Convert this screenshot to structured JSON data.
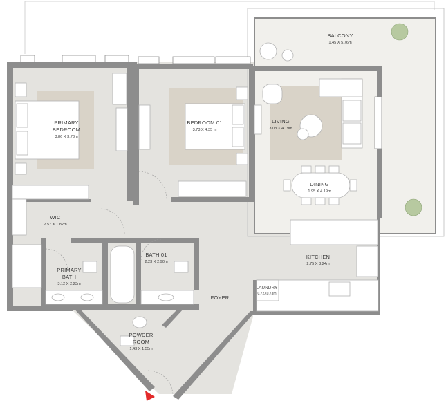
{
  "rooms": {
    "balcony": {
      "name": "BALCONY",
      "dims": "1.45 X 5.76m"
    },
    "primary_bedroom": {
      "name_line1": "PRIMARY",
      "name_line2": "BEDROOM",
      "dims": "3.86 X 3.73m"
    },
    "bedroom_01": {
      "name": "BEDROOM 01",
      "dims": "3.73 X 4.35 m"
    },
    "living": {
      "name": "LIVING",
      "dims": "3.03 X 4.19m"
    },
    "dining": {
      "name": "DINING",
      "dims": "1.95 X 4.19m"
    },
    "wic": {
      "name": "WIC",
      "dims": "2.57 X 1.82m"
    },
    "kitchen": {
      "name": "KITCHEN",
      "dims": "2.75 X 3.24m"
    },
    "primary_bath": {
      "name_line1": "PRIMARY",
      "name_line2": "BATH",
      "dims": "3.12 X 2.23m"
    },
    "bath_01": {
      "name": "BATH 01",
      "dims": "2.23 X 2.90m"
    },
    "laundry": {
      "name": "LAUNDRY",
      "dims": "0.72X0.73m"
    },
    "foyer": {
      "name": "FOYER"
    },
    "powder_room": {
      "name_line1": "POWDER",
      "name_line2": "ROOM",
      "dims": "1.43 X 1.55m"
    }
  },
  "colors": {
    "wall": "#8d8d8d",
    "floor": "#e4e3df",
    "rug": "#d9d3c8",
    "furniture": "#ffffff",
    "outline": "#b3b3b3",
    "plant": "#b7c9a0",
    "entry_marker": "#e32b2b"
  },
  "entry_marker": {
    "icon": "entry-arrow-icon"
  }
}
